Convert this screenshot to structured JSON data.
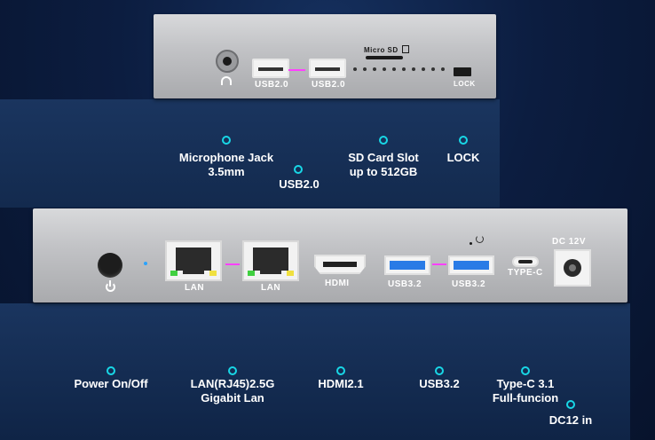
{
  "top_device": {
    "ports": {
      "usb_a_1": "USB2.0",
      "usb_a_2": "USB2.0",
      "sd_title": "Micro SD",
      "lock": "LOCK"
    },
    "callouts": {
      "mic": [
        "Microphone Jack",
        "3.5mm"
      ],
      "usb2": "USB2.0",
      "sd": [
        "SD Card Slot",
        "up to 512GB"
      ],
      "lock": "LOCK"
    }
  },
  "bottom_device": {
    "ports": {
      "lan_1": "LAN",
      "lan_2": "LAN",
      "hdmi": "HDMI",
      "usb3_1": "USB3.2",
      "usb3_2": "USB3.2",
      "typec": "TYPE-C",
      "dc": "DC 12V"
    },
    "callouts": {
      "power": "Power On/Off",
      "lan": [
        "LAN(RJ45)2.5G",
        "Gigabit Lan"
      ],
      "hdmi": "HDMI2.1",
      "usb3": "USB3.2",
      "typec": [
        "Type-C 3.1",
        "Full-funcion"
      ],
      "dc": "DC12 in"
    }
  },
  "colors": {
    "background": "#0a1a38",
    "line_gradient_top": "#ff40ff",
    "line_gradient_bottom": "#3a7bff",
    "dot": "#18d7e6"
  }
}
